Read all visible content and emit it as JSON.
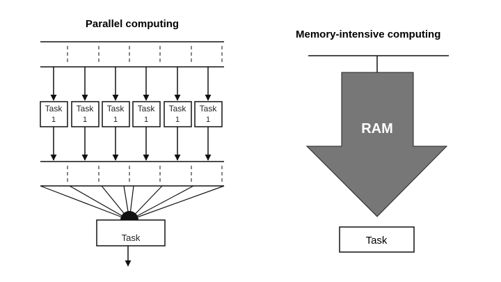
{
  "left_panel": {
    "title": "Parallel computing",
    "tasks": [
      {
        "label": "Task",
        "num": "1"
      },
      {
        "label": "Task",
        "num": "1"
      },
      {
        "label": "Task",
        "num": "1"
      },
      {
        "label": "Task",
        "num": "1"
      },
      {
        "label": "Task",
        "num": "1"
      },
      {
        "label": "Task",
        "num": "1"
      }
    ],
    "merge_task_label": "Task"
  },
  "right_panel": {
    "title": "Memory-intensive computing",
    "ram_label": "RAM",
    "task_label": "Task",
    "ram_color": "#777777"
  }
}
